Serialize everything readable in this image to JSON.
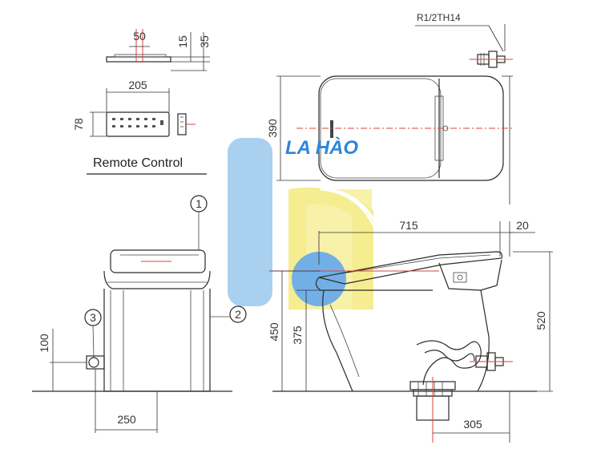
{
  "dimensions": {
    "remote_width_top": "50",
    "remote_thick_1": "15",
    "remote_thick_2": "35",
    "remote_length": "205",
    "remote_height": "78",
    "seat_depth": "390",
    "length_total": "715",
    "back_offset": "20",
    "height_total": "520",
    "height_seat": "450",
    "height_inner": "375",
    "inlet_height": "100",
    "inlet_offset": "250",
    "drain_offset": "305"
  },
  "labels": {
    "pipe_thread": "R1/2TH14",
    "remote_caption": "Remote Control",
    "callout_1": "1",
    "callout_2": "2",
    "callout_3": "3"
  },
  "watermark": {
    "text": "LA HÀO",
    "color_blue": "#2f86d8",
    "color_yellow": "#f4ea7c"
  },
  "colors": {
    "centerline": "#d9463a",
    "line": "#2a2a2a"
  }
}
